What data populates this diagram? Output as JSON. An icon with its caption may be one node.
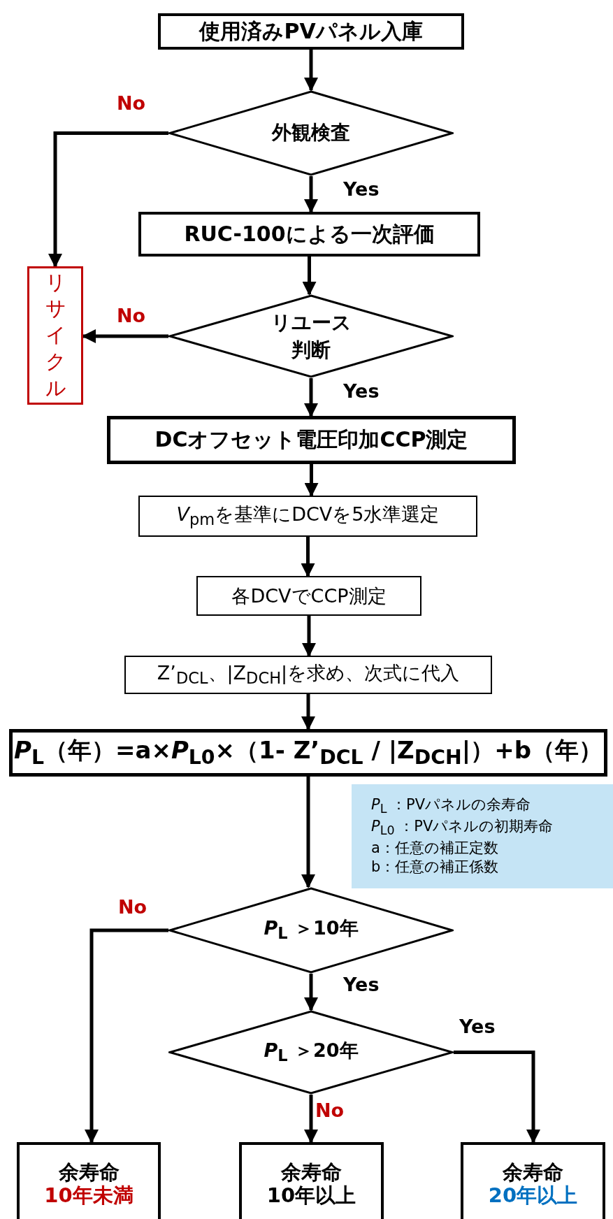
{
  "diagram": {
    "nodes": [
      {
        "text": [
          "使用済みPVパネル入庫"
        ]
      },
      {
        "text": [
          "外観検査"
        ]
      },
      {
        "text": [
          "RUC-100による一次評価"
        ]
      },
      {
        "text": [
          "リサイクル"
        ]
      },
      {
        "text": [
          "リユース判断"
        ]
      },
      {
        "text": [
          "DCオフセット電圧印加CCP測定"
        ]
      },
      {
        "text": [
          "*V*$_{pm}$を基準にDCVを5水準選定"
        ]
      },
      {
        "text": [
          "各DCVでCCP測定"
        ]
      },
      {
        "text": [
          "Z’$_{DCL}$、|Z$_{DCH}$|を求め、次式に代入"
        ]
      },
      {
        "text": [
          "*P*$_{L}$（年）=a×*P*$_{L0}$×（1- Z’$_{DCL}$ / |Z$_{DCH}$|）+b（年）"
        ]
      },
      {
        "text": [
          "*P*$_{L}$ ：PVパネルの余寿命",
          "*P*$_{L0}$ ：PVパネルの初期寿命",
          "a：任意の補正定数",
          "b：任意の補正係数"
        ]
      },
      {
        "text": [
          "*P*$_{L}$ ＞10年"
        ]
      },
      {
        "text": [
          "*P*$_{L}$ ＞20年"
        ]
      },
      {
        "text": [
          "余寿命",
          "10年未満"
        ]
      },
      {
        "text": [
          "余寿命",
          "10年以上"
        ]
      },
      {
        "text": [
          "余寿命",
          "20年以上"
        ]
      }
    ],
    "edges": [
      {
        "from": 0,
        "to": 1,
        "arrow": "to"
      },
      {
        "from": 1,
        "to": 2,
        "arrow": "to",
        "label": "Yes"
      },
      {
        "from": 1,
        "to": 3,
        "arrow": "to",
        "label": "No"
      },
      {
        "from": 2,
        "to": 4,
        "arrow": "to"
      },
      {
        "from": 4,
        "to": 3,
        "arrow": "to",
        "label": "No"
      },
      {
        "from": 4,
        "to": 5,
        "arrow": "to",
        "label": "Yes"
      },
      {
        "from": 5,
        "to": 6,
        "arrow": "to"
      },
      {
        "from": 6,
        "to": 7,
        "arrow": "to"
      },
      {
        "from": 7,
        "to": 8,
        "arrow": "to"
      },
      {
        "from": 8,
        "to": 9,
        "arrow": "to"
      },
      {
        "from": 9,
        "to": 11,
        "arrow": "to"
      },
      {
        "from": 11,
        "to": 13,
        "arrow": "to",
        "label": "No"
      },
      {
        "from": 11,
        "to": 12,
        "arrow": "to",
        "label": "Yes"
      },
      {
        "from": 12,
        "to": 14,
        "arrow": "to",
        "label": "No"
      },
      {
        "from": 12,
        "to": 15,
        "arrow": "to",
        "label": "Yes"
      }
    ]
  }
}
